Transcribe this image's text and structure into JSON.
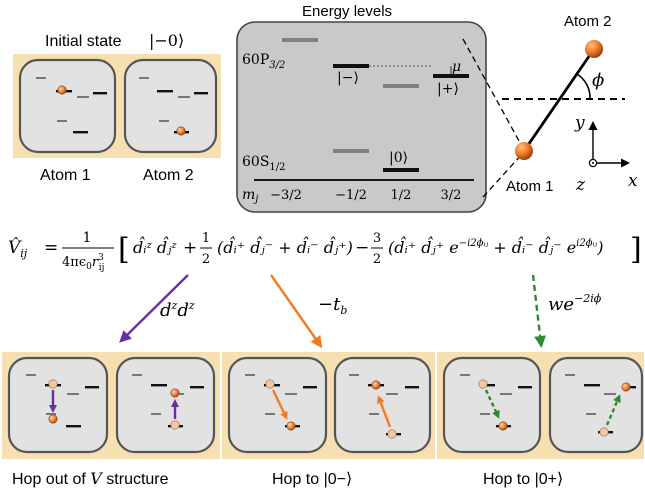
{
  "initial_state": {
    "title": "Initial state",
    "ket": "|−0⟩",
    "atom1_label": "Atom 1",
    "atom2_label": "Atom 2"
  },
  "energy_levels": {
    "title": "Energy levels",
    "p_label": "60P",
    "p_sub": "3/2",
    "s_label": "60S",
    "s_sub": "1/2",
    "ket_minus": "|−⟩",
    "ket_plus": "|+⟩",
    "ket_zero": "|0⟩",
    "mu_label": "μ",
    "mj_label": "m",
    "mj_sub": "j",
    "mj_values": [
      "−3/2",
      "−1/2",
      "1/2",
      "3/2"
    ]
  },
  "geometry": {
    "atom2_label": "Atom 2",
    "atom1_label": "Atom 1",
    "phi_label": "ϕ",
    "axis_x": "x",
    "axis_y": "y",
    "axis_z": "z"
  },
  "equation": {
    "lhs": "V̂",
    "lhs_sub": "ij",
    "equals": "=",
    "frac_num": "1",
    "frac_den": "4πϵ",
    "frac_den_sub": "0",
    "frac_den_r": "r",
    "frac_den_r_sup": "3",
    "frac_den_r_sub": "ij",
    "term1": "d̂ᵢᶻ d̂ⱼᶻ",
    "half_num": "1",
    "half_den": "2",
    "term2": "(d̂ᵢ⁺ d̂ⱼ⁻ + d̂ᵢ⁻ d̂ⱼ⁺)",
    "minus": "−",
    "threehalf_num": "3",
    "threehalf_den": "2",
    "term3a": "(d̂ᵢ⁺ d̂ⱼ⁺ e",
    "term3a_sup": "−i2ϕᵢⱼ",
    "term3b": " + d̂ᵢ⁻ d̂ⱼ⁻ e",
    "term3b_sup": "i2ϕᵢⱼ",
    "term3_close": ")"
  },
  "arrows": {
    "dz_label": "d",
    "dz_sup": "z",
    "dz_label2": "d",
    "dz_sup2": "z",
    "tb_label": "−t",
    "tb_sub": "b",
    "w_label": "we",
    "w_sup": "−2iϕ"
  },
  "bottom": {
    "label1_pre": "Hop out of ",
    "label1_v": "V",
    "label1_post": " structure",
    "label2": "Hop to |0−⟩",
    "label3": "Hop to |0+⟩"
  },
  "colors": {
    "panel_bg": "#f6dfb0",
    "box_fill": "#e2e2e2",
    "box_stroke": "#555555",
    "gray_box": "#c9c9c9",
    "atom": "#f08a3c",
    "purple": "#6a2f9e",
    "orange": "#f47a20",
    "green": "#2e8a2e"
  }
}
